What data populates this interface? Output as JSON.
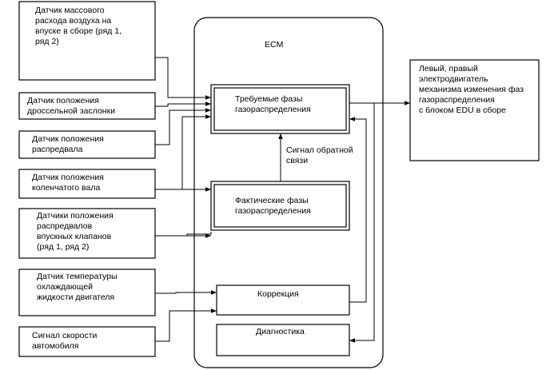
{
  "ecm": {
    "title": "ECM"
  },
  "inputs": [
    {
      "lines": [
        "Датчик массового",
        "расхода воздуха на",
        "впуске в сборе (ряд 1,",
        "ряд 2)"
      ]
    },
    {
      "lines": [
        "Датчик положения",
        "дроссельной заслонки"
      ]
    },
    {
      "lines": [
        "Датчик положения",
        "распредвала"
      ]
    },
    {
      "lines": [
        "Датчик положения",
        "коленчатого вала"
      ]
    },
    {
      "lines": [
        "Датчики положения",
        "распредвалов",
        "впускных клапанов",
        "(ряд 1, ряд 2)"
      ]
    },
    {
      "lines": [
        "Датчик температуры",
        "охлаждающей",
        "жидкости двигателя"
      ]
    },
    {
      "lines": [
        "Сигнал скорости",
        "автомобиля"
      ]
    }
  ],
  "blocks": {
    "target": {
      "lines": [
        "Требуемые фазы",
        "газораспределения"
      ]
    },
    "actual": {
      "lines": [
        "Фактические фазы",
        "газораспределения"
      ]
    },
    "correction": {
      "lines": [
        "Коррекция"
      ]
    },
    "diagnosis": {
      "lines": [
        "Диагностика"
      ]
    }
  },
  "feedback": {
    "lines": [
      "Сигнал обратной",
      "связи"
    ]
  },
  "output": {
    "lines": [
      "Левый, правый",
      "электродвигатель",
      "механизма изменения фаз",
      "газораспределения",
      "с блоком EDU в сборе"
    ]
  }
}
